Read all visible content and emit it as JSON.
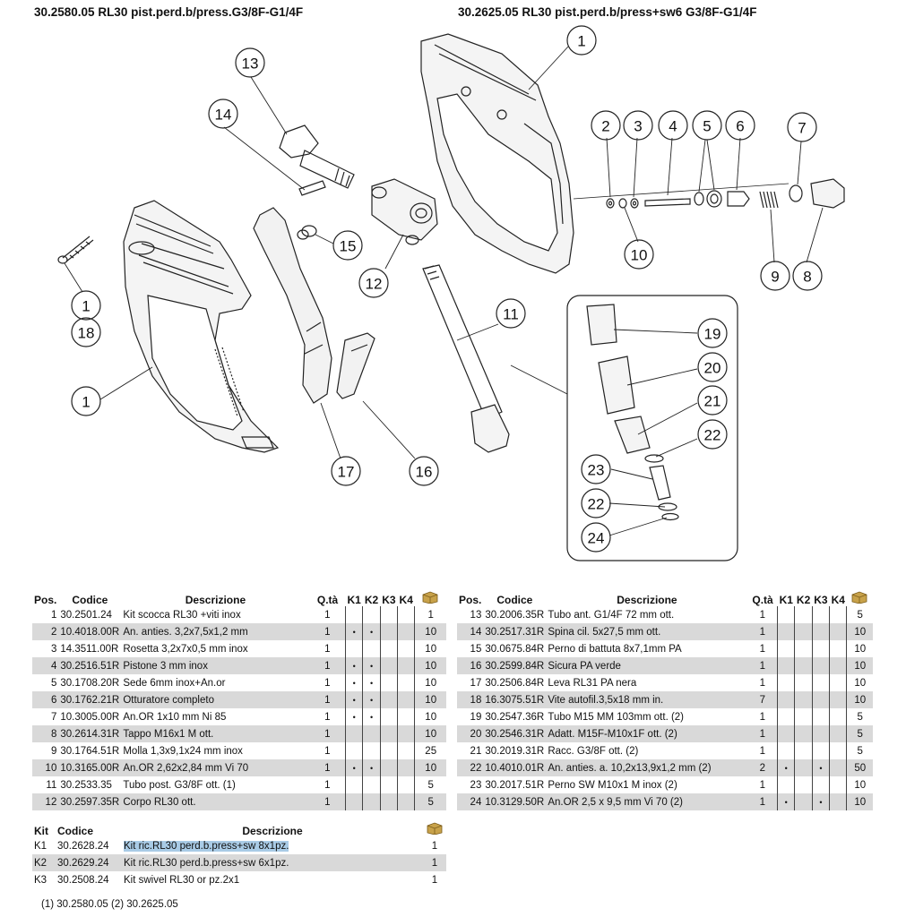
{
  "titles": {
    "left": "30.2580.05 RL30 pist.perd.b/press.G3/8F-G1/4F",
    "right": "30.2625.05 RL30 pist.perd.b/press+sw6 G3/8F-G1/4F"
  },
  "diagram": {
    "callouts": [
      "13",
      "14",
      "1",
      "18",
      "1",
      "15",
      "12",
      "17",
      "16",
      "1",
      "2",
      "3",
      "4",
      "5",
      "6",
      "7",
      "10",
      "9",
      "8",
      "11",
      "19",
      "20",
      "21",
      "22",
      "23",
      "22",
      "24"
    ]
  },
  "parts_headers": {
    "pos": "Pos.",
    "code": "Codice",
    "desc": "Descrizione",
    "qty": "Q.tà",
    "k1": "K1",
    "k2": "K2",
    "k3": "K3",
    "k4": "K4",
    "box": "box-icon"
  },
  "parts_left": [
    {
      "pos": "1",
      "code": "30.2501.24",
      "desc": "Kit scocca RL30 +viti inox",
      "qty": "1",
      "k1": "",
      "k2": "",
      "k3": "",
      "k4": "",
      "box": "1"
    },
    {
      "pos": "2",
      "code": "10.4018.00R",
      "desc": "An. anties. 3,2x7,5x1,2 mm",
      "qty": "1",
      "k1": "•",
      "k2": "•",
      "k3": "",
      "k4": "",
      "box": "10"
    },
    {
      "pos": "3",
      "code": "14.3511.00R",
      "desc": "Rosetta 3,2x7x0,5 mm inox",
      "qty": "1",
      "k1": "",
      "k2": "",
      "k3": "",
      "k4": "",
      "box": "10"
    },
    {
      "pos": "4",
      "code": "30.2516.51R",
      "desc": "Pistone 3 mm inox",
      "qty": "1",
      "k1": "•",
      "k2": "•",
      "k3": "",
      "k4": "",
      "box": "10"
    },
    {
      "pos": "5",
      "code": "30.1708.20R",
      "desc": "Sede 6mm inox+An.or",
      "qty": "1",
      "k1": "•",
      "k2": "•",
      "k3": "",
      "k4": "",
      "box": "10"
    },
    {
      "pos": "6",
      "code": "30.1762.21R",
      "desc": "Otturatore completo",
      "qty": "1",
      "k1": "•",
      "k2": "•",
      "k3": "",
      "k4": "",
      "box": "10"
    },
    {
      "pos": "7",
      "code": "10.3005.00R",
      "desc": "An.OR 1x10 mm Ni 85",
      "qty": "1",
      "k1": "•",
      "k2": "•",
      "k3": "",
      "k4": "",
      "box": "10"
    },
    {
      "pos": "8",
      "code": "30.2614.31R",
      "desc": "Tappo M16x1 M ott.",
      "qty": "1",
      "k1": "",
      "k2": "",
      "k3": "",
      "k4": "",
      "box": "10"
    },
    {
      "pos": "9",
      "code": "30.1764.51R",
      "desc": "Molla 1,3x9,1x24 mm inox",
      "qty": "1",
      "k1": "",
      "k2": "",
      "k3": "",
      "k4": "",
      "box": "25"
    },
    {
      "pos": "10",
      "code": "10.3165.00R",
      "desc": "An.OR 2,62x2,84 mm Vi 70",
      "qty": "1",
      "k1": "•",
      "k2": "•",
      "k3": "",
      "k4": "",
      "box": "10"
    },
    {
      "pos": "11",
      "code": "30.2533.35",
      "desc": "Tubo post. G3/8F ott. (1)",
      "qty": "1",
      "k1": "",
      "k2": "",
      "k3": "",
      "k4": "",
      "box": "5"
    },
    {
      "pos": "12",
      "code": "30.2597.35R",
      "desc": "Corpo RL30 ott.",
      "qty": "1",
      "k1": "",
      "k2": "",
      "k3": "",
      "k4": "",
      "box": "5"
    }
  ],
  "parts_right": [
    {
      "pos": "13",
      "code": "30.2006.35R",
      "desc": "Tubo ant. G1/4F 72 mm ott.",
      "qty": "1",
      "k1": "",
      "k2": "",
      "k3": "",
      "k4": "",
      "box": "5"
    },
    {
      "pos": "14",
      "code": "30.2517.31R",
      "desc": "Spina cil. 5x27,5 mm ott.",
      "qty": "1",
      "k1": "",
      "k2": "",
      "k3": "",
      "k4": "",
      "box": "10"
    },
    {
      "pos": "15",
      "code": "30.0675.84R",
      "desc": "Perno di battuta 8x7,1mm PA",
      "qty": "1",
      "k1": "",
      "k2": "",
      "k3": "",
      "k4": "",
      "box": "10"
    },
    {
      "pos": "16",
      "code": "30.2599.84R",
      "desc": "Sicura PA verde",
      "qty": "1",
      "k1": "",
      "k2": "",
      "k3": "",
      "k4": "",
      "box": "10"
    },
    {
      "pos": "17",
      "code": "30.2506.84R",
      "desc": "Leva RL31 PA nera",
      "qty": "1",
      "k1": "",
      "k2": "",
      "k3": "",
      "k4": "",
      "box": "10"
    },
    {
      "pos": "18",
      "code": "16.3075.51R",
      "desc": "Vite autofil.3,5x18 mm in.",
      "qty": "7",
      "k1": "",
      "k2": "",
      "k3": "",
      "k4": "",
      "box": "10"
    },
    {
      "pos": "19",
      "code": "30.2547.36R",
      "desc": "Tubo M15 MM 103mm ott. (2)",
      "qty": "1",
      "k1": "",
      "k2": "",
      "k3": "",
      "k4": "",
      "box": "5"
    },
    {
      "pos": "20",
      "code": "30.2546.31R",
      "desc": "Adatt. M15F-M10x1F ott. (2)",
      "qty": "1",
      "k1": "",
      "k2": "",
      "k3": "",
      "k4": "",
      "box": "5"
    },
    {
      "pos": "21",
      "code": "30.2019.31R",
      "desc": "Racc. G3/8F ott. (2)",
      "qty": "1",
      "k1": "",
      "k2": "",
      "k3": "",
      "k4": "",
      "box": "5"
    },
    {
      "pos": "22",
      "code": "10.4010.01R",
      "desc": "An. anties. a. 10,2x13,9x1,2 mm (2)",
      "qty": "2",
      "k1": "•",
      "k2": "",
      "k3": "•",
      "k4": "",
      "box": "50"
    },
    {
      "pos": "23",
      "code": "30.2017.51R",
      "desc": "Perno SW M10x1 M inox (2)",
      "qty": "1",
      "k1": "",
      "k2": "",
      "k3": "",
      "k4": "",
      "box": "10"
    },
    {
      "pos": "24",
      "code": "10.3129.50R",
      "desc": "An.OR 2,5 x 9,5 mm Vi 70 (2)",
      "qty": "1",
      "k1": "•",
      "k2": "",
      "k3": "•",
      "k4": "",
      "box": "10"
    }
  ],
  "kit_headers": {
    "kit": "Kit",
    "code": "Codice",
    "desc": "Descrizione",
    "box": "box-icon"
  },
  "kits": [
    {
      "kit": "K1",
      "code": "30.2628.24",
      "desc": "Kit ric.RL30 perd.b.press+sw 8x1pz.",
      "box": "1",
      "selected": true
    },
    {
      "kit": "K2",
      "code": "30.2629.24",
      "desc": "Kit ric.RL30 perd.b.press+sw 6x1pz.",
      "box": "1"
    },
    {
      "kit": "K3",
      "code": "30.2508.24",
      "desc": "Kit swivel RL30 or pz.2x1",
      "box": "1"
    }
  ],
  "footnote": "(1) 30.2580.05  (2) 30.2625.05",
  "colors": {
    "row_alt": "#d9d9d9",
    "selection": "#a9cbe6",
    "box_icon": "#c8a24a"
  }
}
